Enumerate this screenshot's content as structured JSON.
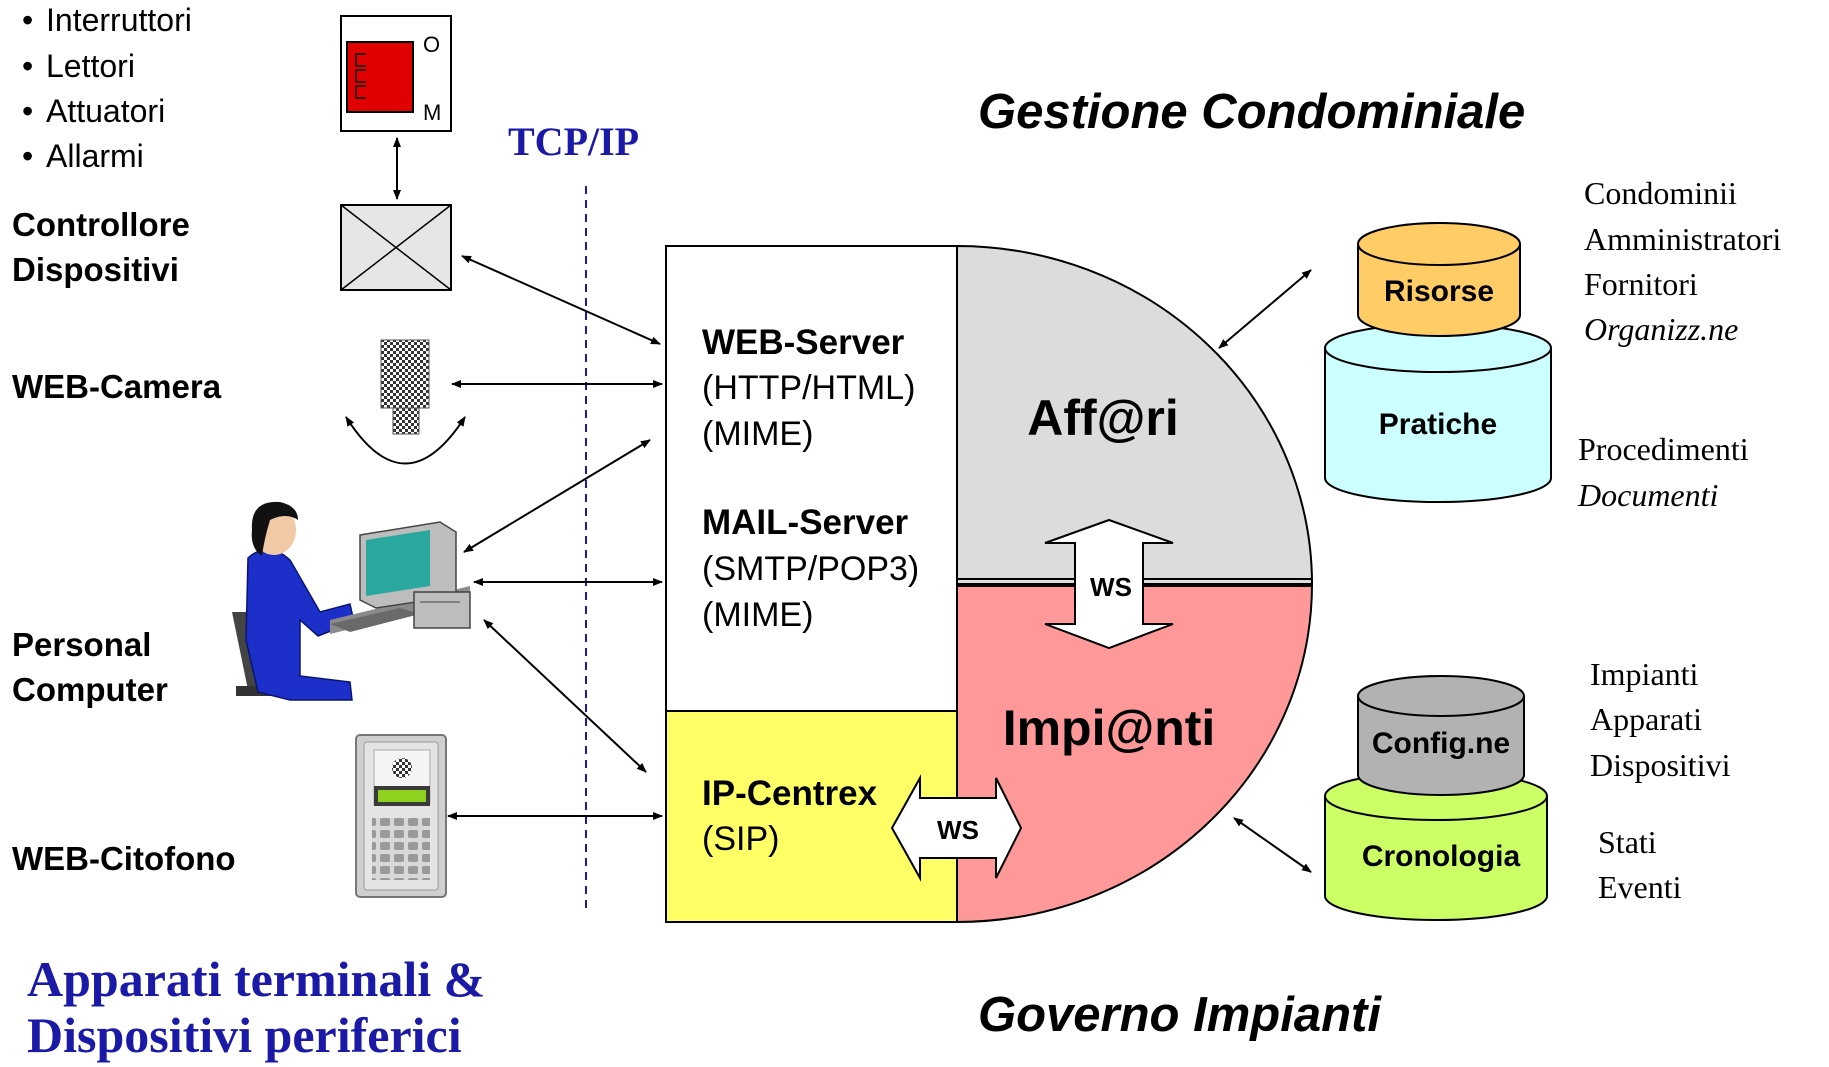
{
  "device_list": [
    "Interruttori",
    "Lettori",
    "Attuatori",
    "Allarmi"
  ],
  "device_labels": {
    "controller_line1": "Controllore",
    "controller_line2": "Dispositivi",
    "camera": "WEB-Camera",
    "pc_line1": "Personal",
    "pc_line2": "Computer",
    "citofono": "WEB-Citofono"
  },
  "switch_labels": {
    "on": "O",
    "off": "M"
  },
  "network_label": "TCP/IP",
  "bottom_left_title": {
    "line1": "Apparati terminali &",
    "line2": "Dispositivi periferici"
  },
  "servers": {
    "web_title": "WEB-Server",
    "web_proto1": "(HTTP/HTML)",
    "web_proto2": "(MIME)",
    "mail_title": "MAIL-Server",
    "mail_proto1": "(SMTP/POP3)",
    "mail_proto2": "(MIME)",
    "pbx_title": "IP-Centrex",
    "pbx_proto": "(SIP)"
  },
  "ws_label": "WS",
  "sections": {
    "affari": "Aff@ri",
    "impianti": "Impi@nti"
  },
  "headings": {
    "top": "Gestione Condominiale",
    "bottom": "Governo Impianti"
  },
  "databases": {
    "risorse": "Risorse",
    "pratiche": "Pratiche",
    "config": "Config.ne",
    "cronologia": "Cronologia"
  },
  "notes": {
    "risorse_items": [
      "Condominii",
      "Amministratori",
      "Fornitori"
    ],
    "risorse_italic": "Organizz.ne",
    "pratiche_item": "Procedimenti",
    "pratiche_italic": "Documenti",
    "config_items": [
      "Impianti",
      "Apparati",
      "Dispositivi"
    ],
    "cronologia_items": [
      "Stati",
      "Eventi"
    ]
  },
  "colors": {
    "affari_fill": "#dcdcdc",
    "impianti_fill": "#ff9999",
    "pbx_fill": "#ffff66",
    "risorse_fill": "#ffcc66",
    "pratiche_fill": "#ccffff",
    "config_fill": "#b2b2b2",
    "cronologia_fill": "#ccff66",
    "network_blue": "#1a1aa6",
    "switch_red": "#e00000"
  }
}
